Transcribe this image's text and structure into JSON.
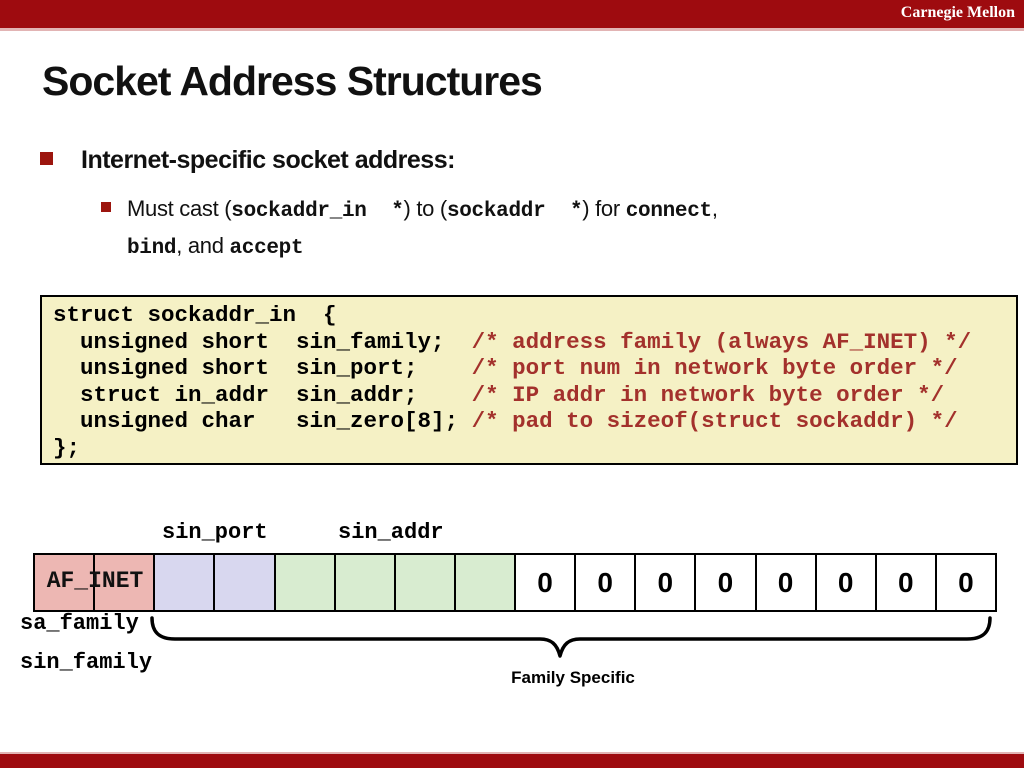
{
  "header": {
    "brand": "Carnegie Mellon",
    "bar_color": "#9e0b0f"
  },
  "title": "Socket Address Structures",
  "bullet1": {
    "text": "Internet-specific socket address:"
  },
  "sub_bullet": {
    "part1": "Must cast (",
    "code1": "sockaddr_in  *",
    "part2": ") to (",
    "code2": "sockaddr  *",
    "part3": ") for ",
    "code3": "connect",
    "part4": ",",
    "line2_code1": "bind",
    "line2_part1": ", and ",
    "line2_code2": "accept"
  },
  "code_block": {
    "background": "#f5f1c5",
    "comment_color": "#a3312c",
    "lines": [
      {
        "code": "struct sockaddr_in  {",
        "comment": ""
      },
      {
        "code": "  unsigned short  sin_family;  ",
        "comment": "/* address family (always AF_INET) */"
      },
      {
        "code": "  unsigned short  sin_port;    ",
        "comment": "/* port num in network byte order */"
      },
      {
        "code": "  struct in_addr  sin_addr;    ",
        "comment": "/* IP addr in network byte order */"
      },
      {
        "code": "  unsigned char   sin_zero[8]; ",
        "comment": "/* pad to sizeof(struct sockaddr) */"
      },
      {
        "code": "};",
        "comment": ""
      }
    ]
  },
  "diagram": {
    "port_label": "sin_port",
    "addr_label": "sin_addr",
    "family_value": "AF_INET",
    "sa_family_label": "sa_family",
    "sin_family_label": "sin_family",
    "brace_label": "Family Specific",
    "colors": {
      "family": "#edb7b3",
      "port": "#d8d7ef",
      "addr": "#d8ecd0",
      "zero": "#ffffff"
    },
    "cells": [
      {
        "field": "family",
        "color": "#edb7b3",
        "text": ""
      },
      {
        "field": "family",
        "color": "#edb7b3",
        "text": ""
      },
      {
        "field": "port",
        "color": "#d8d7ef",
        "text": ""
      },
      {
        "field": "port",
        "color": "#d8d7ef",
        "text": ""
      },
      {
        "field": "addr",
        "color": "#d8ecd0",
        "text": ""
      },
      {
        "field": "addr",
        "color": "#d8ecd0",
        "text": ""
      },
      {
        "field": "addr",
        "color": "#d8ecd0",
        "text": ""
      },
      {
        "field": "addr",
        "color": "#d8ecd0",
        "text": ""
      },
      {
        "field": "zero",
        "color": "#ffffff",
        "text": "0"
      },
      {
        "field": "zero",
        "color": "#ffffff",
        "text": "0"
      },
      {
        "field": "zero",
        "color": "#ffffff",
        "text": "0"
      },
      {
        "field": "zero",
        "color": "#ffffff",
        "text": "0"
      },
      {
        "field": "zero",
        "color": "#ffffff",
        "text": "0"
      },
      {
        "field": "zero",
        "color": "#ffffff",
        "text": "0"
      },
      {
        "field": "zero",
        "color": "#ffffff",
        "text": "0"
      },
      {
        "field": "zero",
        "color": "#ffffff",
        "text": "0"
      }
    ]
  }
}
